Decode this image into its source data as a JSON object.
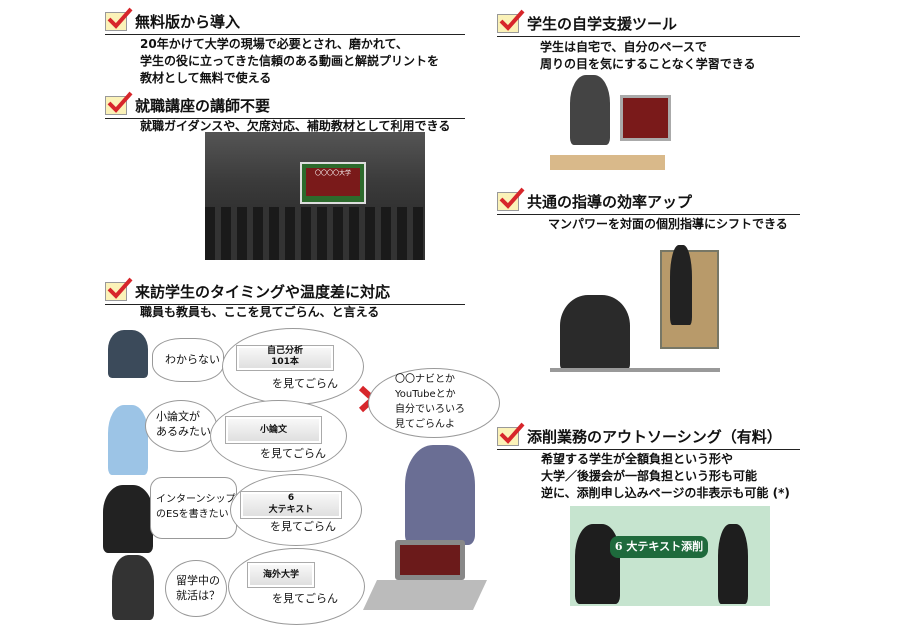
{
  "sections": {
    "free": {
      "title": "無料版から導入",
      "lines": [
        "20年かけて大学の現場で必要とされ、磨かれて、",
        "学生の役に立ってきた信頼のある動画と解説プリントを",
        "教材として無料で使える"
      ]
    },
    "lecture": {
      "title": "就職講座の講師不要",
      "lines": [
        "就職ガイダンスや、欠席対応、補助教材として利用できる"
      ]
    },
    "visit": {
      "title": "来訪学生のタイミングや温度差に対応",
      "lines": [
        "職員も教員も、ここを見てごらん、と言える"
      ]
    },
    "self": {
      "title": "学生の自学支援ツール",
      "lines": [
        "学生は自宅で、自分のペースで",
        "周りの目を気にすることなく学習できる"
      ]
    },
    "common": {
      "title": "共通の指導の効率アップ",
      "lines": [
        "マンパワーを対面の個別指導にシフトできる"
      ]
    },
    "outsourcing": {
      "title": "添削業務のアウトソーシング（有料）",
      "lines": [
        "希望する学生が全額負担という形や",
        "大学／後援会が一部負担という形も可能",
        "逆に、添削申し込みページの非表示も可能 (*)"
      ]
    }
  },
  "comic": {
    "student_lines": [
      "わからない",
      "小論文が\nあるみたい",
      "インターンシップ\nのESを書きたい",
      "留学中の\n就活は？"
    ],
    "banners": [
      "自己分析\n101本",
      "小論文",
      "6\n大テキスト",
      "海外大学"
    ],
    "see_label": "を見てごらん",
    "wrong_advice": "〇〇ナビとか\nYouTubeとか\n自分でいろいろ\n見てごらんよ"
  },
  "screen_title": "〇〇〇〇大学",
  "tensaku_badge": "6 大テキスト添削",
  "colors": {
    "check": "#d7262b",
    "badge": "#1e6a3c",
    "green_bg": "#c6e4cf"
  }
}
